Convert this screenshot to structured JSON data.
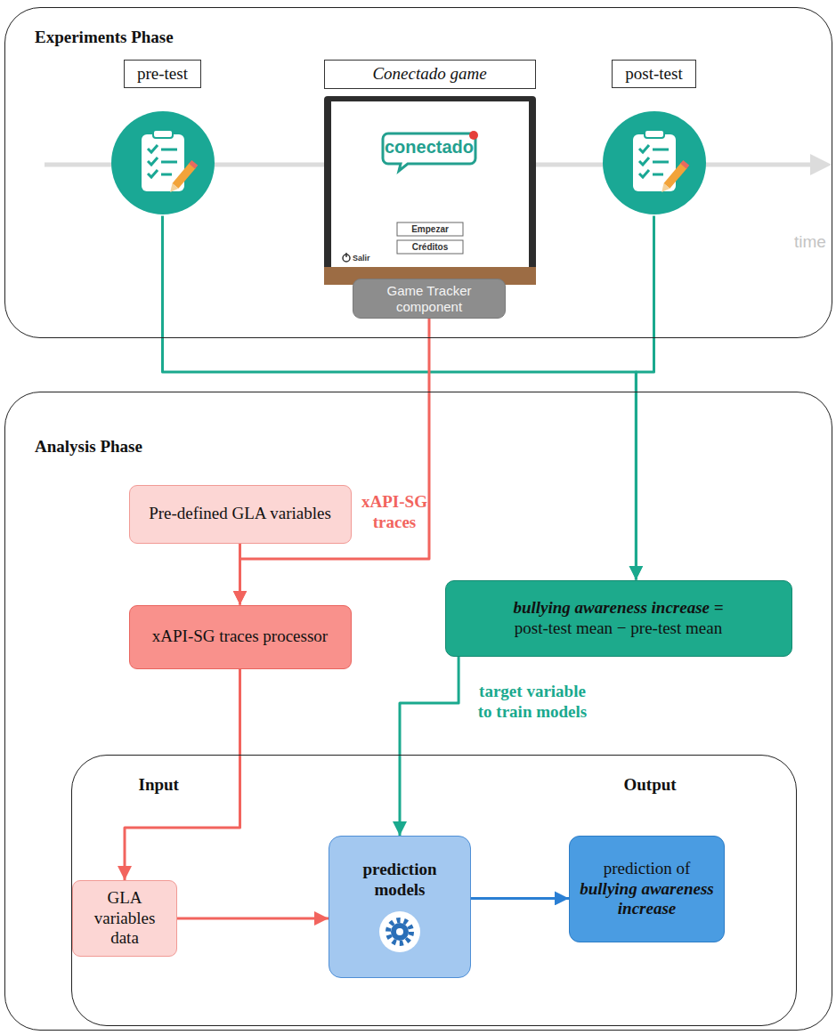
{
  "diagram": {
    "nodes": [
      {
        "text": [
          "Experiments Phase"
        ]
      },
      {
        "text": [
          "pre-test"
        ],
        "in": 0
      },
      {
        "text": [
          "Conectado game"
        ],
        "in": 0
      },
      {
        "text": [
          "Game Tracker component"
        ],
        "in": 2
      },
      {
        "text": [
          "post-test"
        ],
        "in": 0
      },
      {
        "text": [
          "Analysis Phase"
        ]
      },
      {
        "text": [
          "Pre-defined GLA variables"
        ],
        "in": 5
      },
      {
        "text": [
          "xAPI-SG traces processor"
        ],
        "in": 5
      },
      {
        "text": [
          "bullying awareness increase =",
          "post-test mean − pre-test mean"
        ],
        "in": 5
      },
      {
        "text": [
          "Input",
          "Output"
        ],
        "in": 5
      },
      {
        "text": [
          "GLA variables data"
        ],
        "in": 9
      },
      {
        "text": [
          "prediction models"
        ],
        "in": 9
      },
      {
        "text": [
          "prediction of",
          "bullying awareness increase"
        ],
        "in": 9
      }
    ],
    "edges": [
      {
        "from": 1,
        "to": 8,
        "arrow": "to"
      },
      {
        "from": 4,
        "to": 8,
        "arrow": "to"
      },
      {
        "from": 3,
        "to": 7,
        "label": "xAPI-SG traces",
        "arrow": "to"
      },
      {
        "from": 6,
        "to": 7,
        "arrow": "to"
      },
      {
        "from": 7,
        "to": 10,
        "arrow": "to"
      },
      {
        "from": 8,
        "to": 11,
        "label": "target variable to train models",
        "arrow": "to"
      },
      {
        "from": 10,
        "to": 11,
        "arrow": "to"
      },
      {
        "from": 11,
        "to": 12,
        "arrow": "to"
      }
    ],
    "labels": [
      "time",
      "conectado",
      "Empezar",
      "Créditos",
      "Salir"
    ]
  }
}
